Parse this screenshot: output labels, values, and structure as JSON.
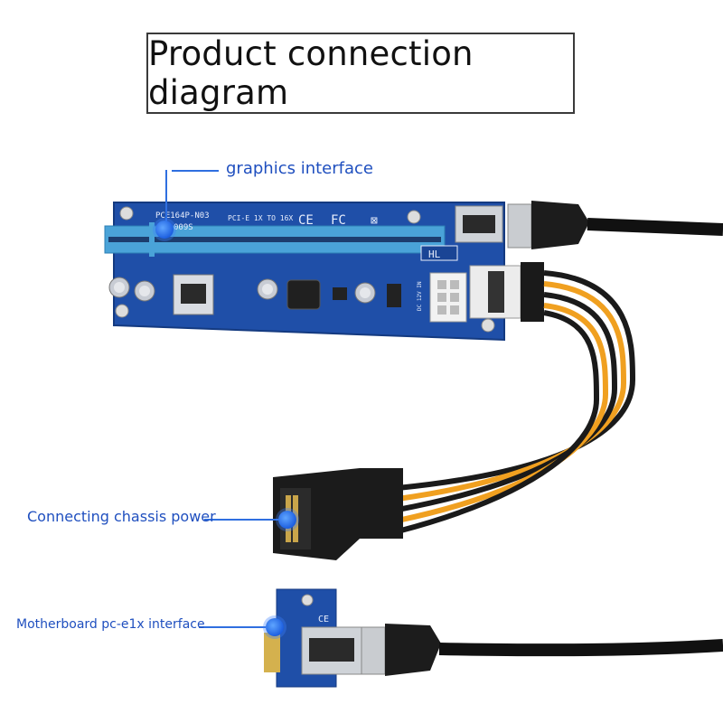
{
  "title": "Product connection diagram",
  "callouts": {
    "graphics": "graphics interface",
    "power": "Connecting chassis power",
    "motherboard": "Motherboard pc-e1x interface"
  },
  "board": {
    "model": "PCE164P-N03",
    "version": "009S",
    "desc": "PCI-E 1X TO 16X",
    "hl": "HL",
    "voltage": "DC 12V IN"
  },
  "colors": {
    "accent": "#2f6fe0",
    "pcb": "#1f4fa8",
    "slot": "#4aa3d8",
    "cable_yellow": "#f0a020",
    "cable_black": "#1a1a1a"
  }
}
